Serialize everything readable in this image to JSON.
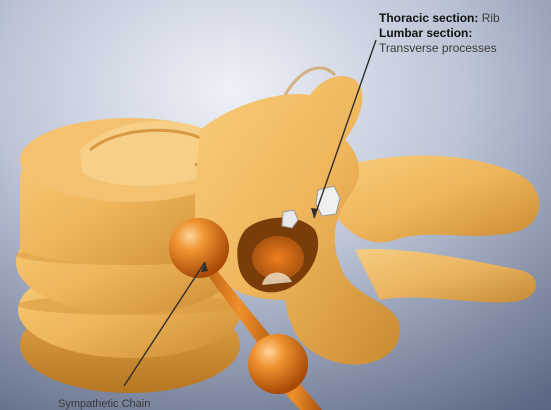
{
  "annotations": {
    "thoracic_heading": "Thoracic section:",
    "thoracic_value": "Rib",
    "lumbar_heading": "Lumbar section:",
    "lumbar_value": "Transverse processes",
    "sympathetic_label": "Sympathetic Chain"
  },
  "colors": {
    "background_light": "#dfe4ee",
    "background_dark": "#5e6a86",
    "bone": "#f1b85c",
    "bone_shadow": "#c98a2e",
    "ganglion": "#e07a1a",
    "nerve_marker": "#e6e6e6",
    "pointer_line": "#2e2e2e"
  }
}
